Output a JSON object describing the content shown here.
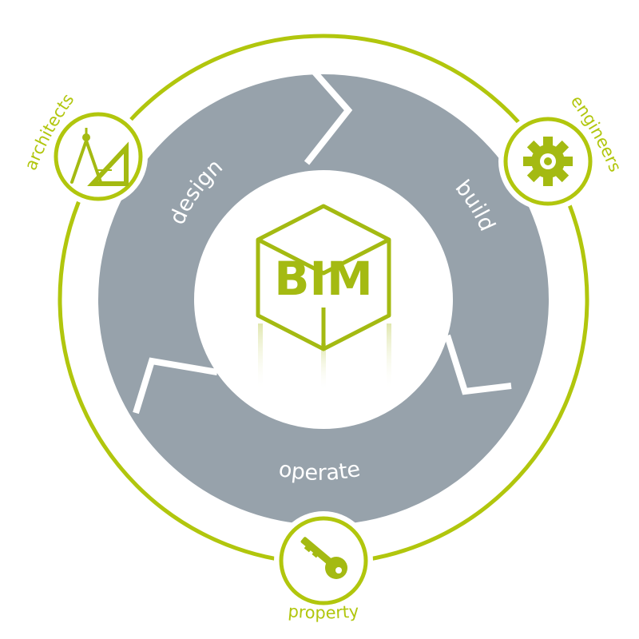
{
  "center": {
    "label": "BIM"
  },
  "stages": {
    "design": "design",
    "build": "build",
    "operate": "operate"
  },
  "roles": {
    "architects": {
      "label": "architects",
      "icon": "drafting-tools-icon"
    },
    "engineers": {
      "label": "engineers",
      "icon": "gear-icon"
    },
    "property": {
      "label": "property",
      "icon": "key-icon"
    }
  },
  "colors": {
    "accent": "#b1c60d",
    "accent_dark": "#a4ba12",
    "ring": "#97a2ab",
    "background": "#ffffff"
  }
}
